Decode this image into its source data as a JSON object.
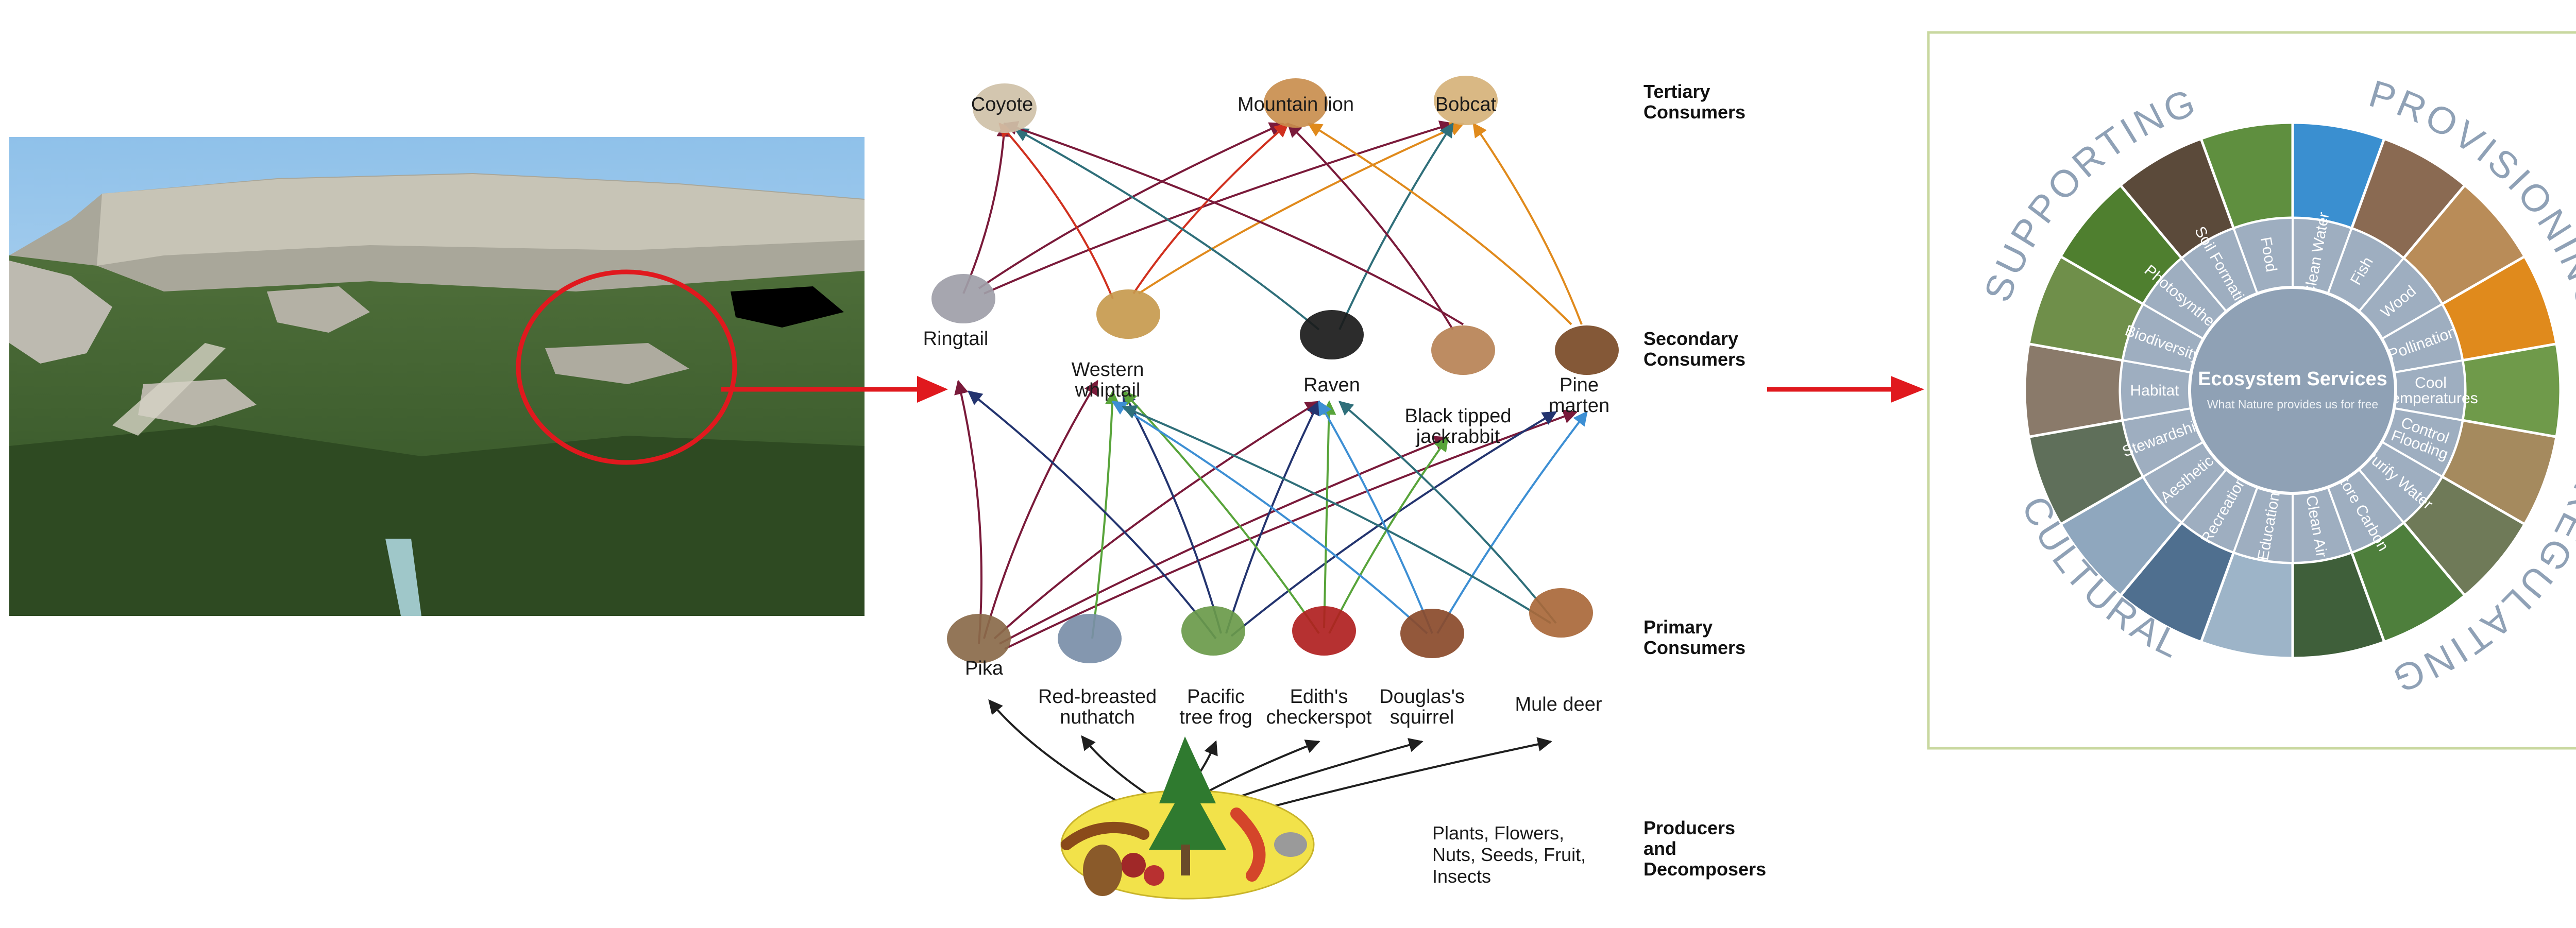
{
  "colors": {
    "highlight_red": "#e0191e",
    "arrow_red": "#e0191e",
    "wheel_hub": "#8fa1b5",
    "wheel_ring": "#9eaec0",
    "wheel_text": "#ffffff",
    "quadrant_text": "#8fa1b6",
    "panel_border": "#c9d8a0",
    "producer_ellipse": "#f2e24a"
  },
  "food_web": {
    "levels": [
      {
        "lines": [
          "Tertiary",
          "Consumers"
        ]
      },
      {
        "lines": [
          "Secondary",
          "Consumers"
        ]
      },
      {
        "lines": [
          "Primary",
          "Consumers"
        ]
      },
      {
        "lines": [
          "Producers",
          "and",
          "Decomposers"
        ]
      }
    ],
    "producers_label": [
      "Plants, Flowers,",
      "Nuts, Seeds, Fruit,",
      "Insects"
    ],
    "tertiary": [
      {
        "id": "coyote",
        "lines": [
          "Coyote"
        ]
      },
      {
        "id": "mountain-lion",
        "lines": [
          "Mountain lion"
        ]
      },
      {
        "id": "bobcat",
        "lines": [
          "Bobcat"
        ]
      }
    ],
    "secondary": [
      {
        "id": "ringtail",
        "lines": [
          "Ringtail"
        ]
      },
      {
        "id": "western-whiptail",
        "lines": [
          "Western",
          "whiptail"
        ]
      },
      {
        "id": "raven",
        "lines": [
          "Raven"
        ]
      },
      {
        "id": "black-tipped-jackrabbit",
        "lines": [
          "Black tipped",
          "jackrabbit"
        ]
      },
      {
        "id": "pine-marten",
        "lines": [
          "Pine",
          "marten"
        ]
      }
    ],
    "primary": [
      {
        "id": "pika",
        "lines": [
          "Pika"
        ]
      },
      {
        "id": "red-breasted-nuthatch",
        "lines": [
          "Red-breasted",
          "nuthatch"
        ]
      },
      {
        "id": "pacific-tree-frog",
        "lines": [
          "Pacific",
          "tree frog"
        ]
      },
      {
        "id": "ediths-checkerspot",
        "lines": [
          "Edith's",
          "checkerspot"
        ]
      },
      {
        "id": "douglass-squirrel",
        "lines": [
          "Douglas's",
          "squirrel"
        ]
      },
      {
        "id": "mule-deer",
        "lines": [
          "Mule deer"
        ]
      }
    ]
  },
  "ecosystem_services": {
    "hub_title": "Ecosystem Services",
    "hub_subtitle": "What Nature provides us for free",
    "quadrants": [
      "SUPPORTING",
      "PROVISIONING",
      "REGULATING",
      "CULTURAL"
    ],
    "items": [
      {
        "lines": [
          "Clean Water"
        ],
        "color": "#3a8fd0"
      },
      {
        "lines": [
          "Fish"
        ],
        "color": "#8a6a52"
      },
      {
        "lines": [
          "Wood"
        ],
        "color": "#b98c58"
      },
      {
        "lines": [
          "Pollination"
        ],
        "color": "#e08a1c"
      },
      {
        "lines": [
          "Cool",
          "Temperatures"
        ],
        "color": "#6f9a4a"
      },
      {
        "lines": [
          "Control",
          "Flooding"
        ],
        "color": "#a58a5e"
      },
      {
        "lines": [
          "Purify Water"
        ],
        "color": "#6f7a58"
      },
      {
        "lines": [
          "Store Carbon"
        ],
        "color": "#4e7f3c"
      },
      {
        "lines": [
          "Clean Air"
        ],
        "color": "#3f5f3a"
      },
      {
        "lines": [
          "Education"
        ],
        "color": "#9db4c8"
      },
      {
        "lines": [
          "Recreation"
        ],
        "color": "#4f6f8f"
      },
      {
        "lines": [
          "Aesthetic"
        ],
        "color": "#8fa7be"
      },
      {
        "lines": [
          "Stewardship"
        ],
        "color": "#5f6f5a"
      },
      {
        "lines": [
          "Habitat"
        ],
        "color": "#8a7a6a"
      },
      {
        "lines": [
          "Biodiversity"
        ],
        "color": "#6f8f4a"
      },
      {
        "lines": [
          "Photosynthesis"
        ],
        "color": "#4f7f2f"
      },
      {
        "lines": [
          "Soil Formation"
        ],
        "color": "#5b4a3a"
      },
      {
        "lines": [
          "Food"
        ],
        "color": "#5f8f3f"
      }
    ]
  }
}
